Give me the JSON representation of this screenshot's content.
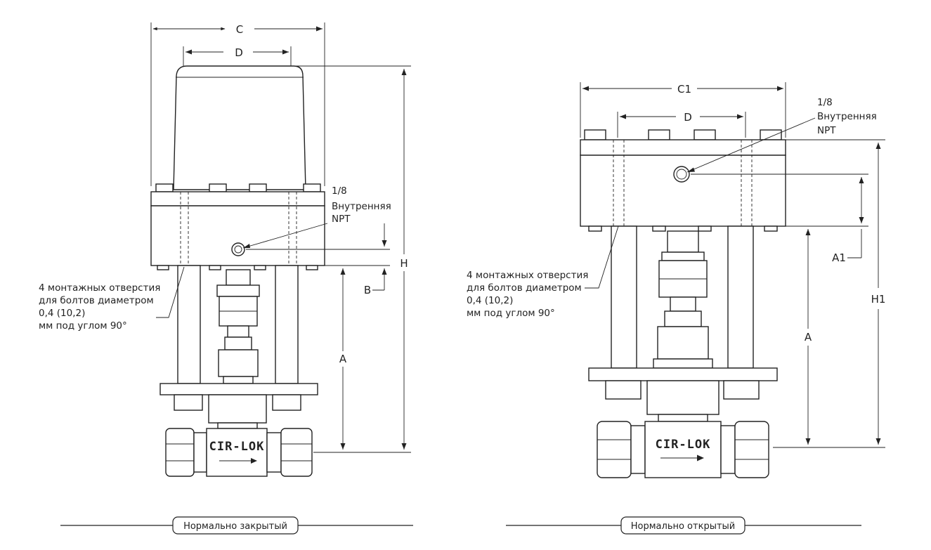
{
  "left": {
    "dim_c": "C",
    "dim_d": "D",
    "dim_h": "H",
    "dim_a": "A",
    "dim_b": "B",
    "port_label": [
      "1/8",
      "Внутренняя",
      "NPT"
    ],
    "holes_note": [
      "4 монтажных отверстия",
      "для болтов диаметром",
      "0,4 (10,2)",
      "мм под углом 90°"
    ],
    "brand": "CIR-LOK",
    "caption": "Нормально закрытый"
  },
  "right": {
    "dim_c1": "C1",
    "dim_d": "D",
    "dim_h1": "H1",
    "dim_a": "A",
    "dim_a1": "A1",
    "port_label": [
      "1/8",
      "Внутренняя",
      "NPT"
    ],
    "holes_note": [
      "4 монтажных отверстия",
      "для болтов диаметром",
      "0,4 (10,2)",
      "мм под углом 90°"
    ],
    "brand": "CIR-LOK",
    "caption": "Нормально открытый"
  }
}
